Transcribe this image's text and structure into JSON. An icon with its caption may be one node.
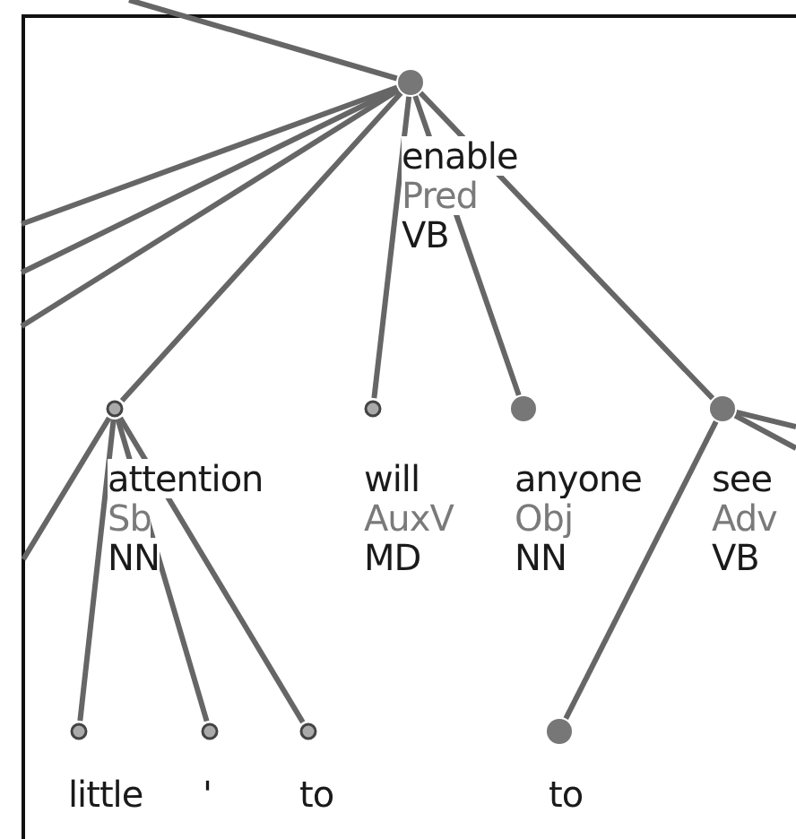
{
  "diagram": {
    "nodes": [
      {
        "text": [
          "enable",
          "Pred",
          "VB"
        ]
      },
      {
        "text": [
          "attention",
          "Sb",
          "NN"
        ]
      },
      {
        "text": [
          "will",
          "AuxV",
          "MD"
        ]
      },
      {
        "text": [
          "anyone",
          "Obj",
          "NN"
        ]
      },
      {
        "text": [
          "see",
          "Adv",
          "VB"
        ]
      },
      {
        "text": [
          "little"
        ]
      },
      {
        "text": [
          "'"
        ]
      },
      {
        "text": [
          "to"
        ]
      },
      {
        "text": [
          "to"
        ]
      }
    ],
    "edges": [
      {
        "from": null,
        "to": 0,
        "arrow": "none"
      },
      {
        "from": 0,
        "to": null,
        "arrow": "none"
      },
      {
        "from": 0,
        "to": null,
        "arrow": "none"
      },
      {
        "from": 0,
        "to": null,
        "arrow": "none"
      },
      {
        "from": 0,
        "to": 1,
        "arrow": "none"
      },
      {
        "from": 0,
        "to": 2,
        "arrow": "none"
      },
      {
        "from": 0,
        "to": 3,
        "arrow": "none"
      },
      {
        "from": 0,
        "to": 4,
        "arrow": "none"
      },
      {
        "from": 1,
        "to": null,
        "arrow": "none"
      },
      {
        "from": 1,
        "to": 5,
        "arrow": "none"
      },
      {
        "from": 1,
        "to": 6,
        "arrow": "none"
      },
      {
        "from": 1,
        "to": 7,
        "arrow": "none"
      },
      {
        "from": 4,
        "to": null,
        "arrow": "none"
      },
      {
        "from": 4,
        "to": null,
        "arrow": "none"
      },
      {
        "from": 4,
        "to": 8,
        "arrow": "none"
      }
    ]
  }
}
